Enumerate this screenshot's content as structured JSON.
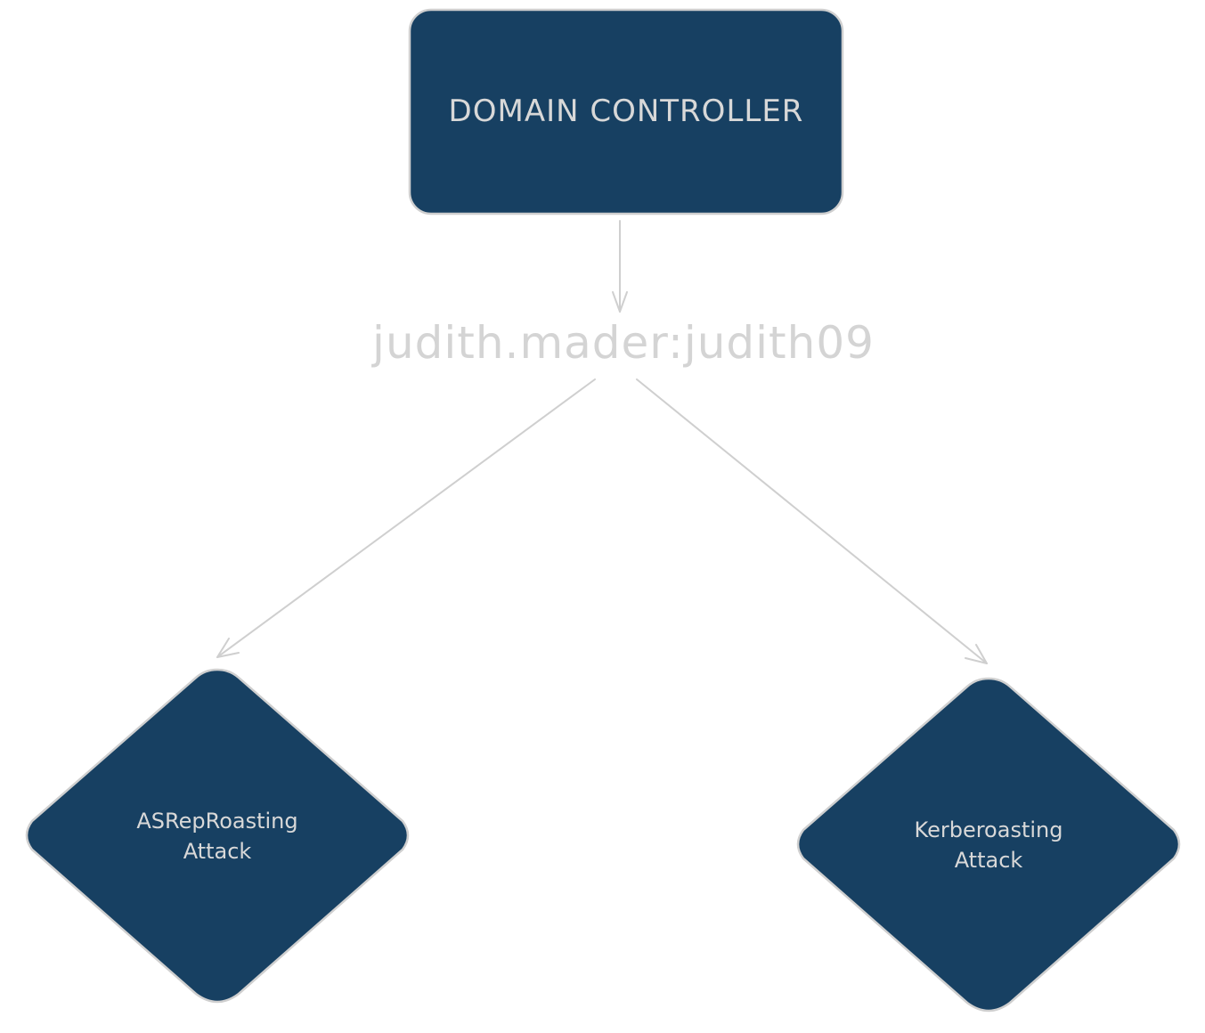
{
  "diagram": {
    "colors": {
      "node_fill": "#174062",
      "node_stroke": "#cfcfcf",
      "text": "#d8d8d8",
      "edge": "#cfcfcf",
      "background": "#ffffff"
    },
    "nodes": {
      "domain_controller": {
        "shape": "rounded-rectangle",
        "label": "DOMAIN CONTROLLER"
      },
      "credential": {
        "shape": "text",
        "label": "judith.mader:judith09"
      },
      "asreproasting": {
        "shape": "diamond",
        "label_line1": "ASRepRoasting",
        "label_line2": "Attack"
      },
      "kerberoasting": {
        "shape": "diamond",
        "label_line1": "Kerberoasting",
        "label_line2": "Attack"
      }
    },
    "edges": [
      {
        "from": "domain_controller",
        "to": "credential"
      },
      {
        "from": "credential",
        "to": "asreproasting"
      },
      {
        "from": "credential",
        "to": "kerberoasting"
      }
    ]
  }
}
